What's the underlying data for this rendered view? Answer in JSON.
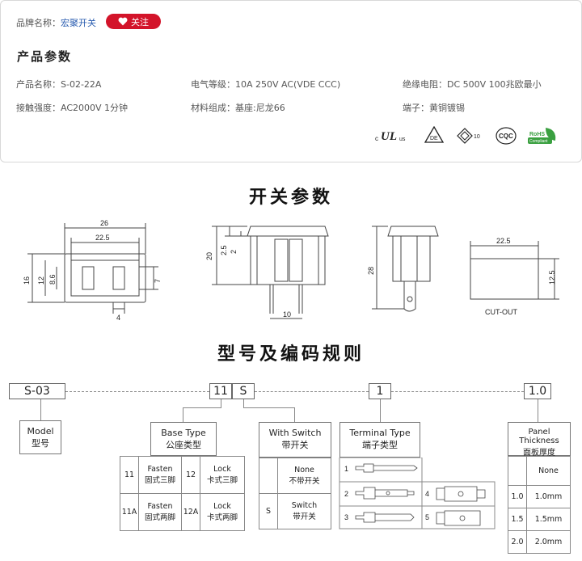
{
  "brand": {
    "label": "品牌名称：",
    "value": "宏聚开关",
    "follow": "关注"
  },
  "product_params": {
    "title": "产品参数",
    "rows": [
      {
        "a": "产品名称：S-02-22A",
        "b": "电气等级：10A  250V AC(VDE CCC)",
        "c": "绝缘电阻：DC  500V  100兆欧最小"
      },
      {
        "a": "接触强度：AC2000V  1分钟",
        "b": "材料组成：基座:尼龙66",
        "c": "端子：黄铜镀锡"
      }
    ],
    "certs": [
      "c UL us",
      "D E",
      "10",
      "CQC",
      "RoHS Compliant"
    ]
  },
  "switch_params": {
    "title": "开关参数",
    "dims": {
      "w26": "26",
      "w22_5": "22.5",
      "h16": "16",
      "h12": "12",
      "h8_6": "8.6",
      "h7": "7",
      "w4": "4",
      "h20": "20",
      "h2_5": "2.5",
      "h2": "2",
      "w10": "10",
      "h28": "28",
      "co_w": "22.5",
      "co_h": "12.5",
      "cutout": "CUT-OUT"
    }
  },
  "coding": {
    "title": "型号及编码规则",
    "code_parts": [
      "S-03",
      "11",
      "S",
      "1",
      "1.0"
    ],
    "model": {
      "en": "Model",
      "cn": "型号"
    },
    "base_type": {
      "en": "Base Type",
      "cn": "公座类型",
      "rows": [
        {
          "code": "11",
          "en": "Fasten",
          "cn": "固式三脚",
          "code2": "12",
          "en2": "Lock",
          "cn2": "卡式三脚"
        },
        {
          "code": "11A",
          "en": "Fasten",
          "cn": "固式两脚",
          "code2": "12A",
          "en2": "Lock",
          "cn2": "卡式两脚"
        }
      ]
    },
    "with_switch": {
      "en": "With Switch",
      "cn": "带开关",
      "rows": [
        {
          "code": "",
          "en": "None",
          "cn": "不带开关"
        },
        {
          "code": "S",
          "en": "Switch",
          "cn": "带开关"
        }
      ]
    },
    "terminal": {
      "en": "Terminal Type",
      "cn": "端子类型",
      "codes": [
        "1",
        "2",
        "3",
        "4",
        "5"
      ]
    },
    "panel": {
      "en": "Panel Thickness",
      "cn": "面板厚度",
      "rows": [
        {
          "code": "",
          "val": "None"
        },
        {
          "code": "1.0",
          "val": "1.0mm"
        },
        {
          "code": "1.5",
          "val": "1.5mm"
        },
        {
          "code": "2.0",
          "val": "2.0mm"
        }
      ]
    }
  }
}
